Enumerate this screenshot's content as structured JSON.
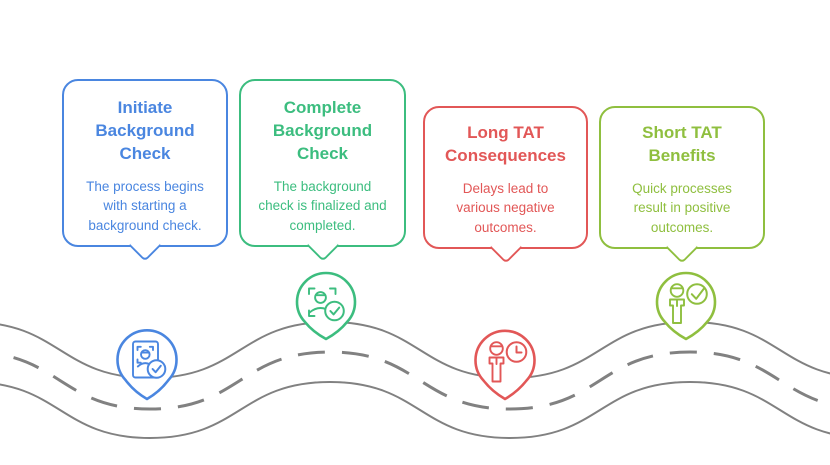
{
  "colors": {
    "blue": "#4a86e0",
    "green": "#3cbd7f",
    "red": "#e25757",
    "olive": "#8fbf3f",
    "road": "#818181",
    "background": "#ffffff"
  },
  "milestones": [
    {
      "id": "initiate-background-check",
      "title": "Initiate Background Check",
      "description": "The process begins with starting a background check.",
      "color": "#4a86e0",
      "icon": "id-card-scan-check-icon"
    },
    {
      "id": "complete-background-check",
      "title": "Complete Background Check",
      "description": "The background check is finalized and completed.",
      "color": "#3cbd7f",
      "icon": "person-scan-check-icon"
    },
    {
      "id": "long-tat-consequences",
      "title": "Long TAT Consequences",
      "description": "Delays lead to various negative outcomes.",
      "color": "#e25757",
      "icon": "person-clock-icon"
    },
    {
      "id": "short-tat-benefits",
      "title": "Short TAT Benefits",
      "description": "Quick processes result in positive outcomes.",
      "color": "#8fbf3f",
      "icon": "person-check-icon"
    }
  ]
}
